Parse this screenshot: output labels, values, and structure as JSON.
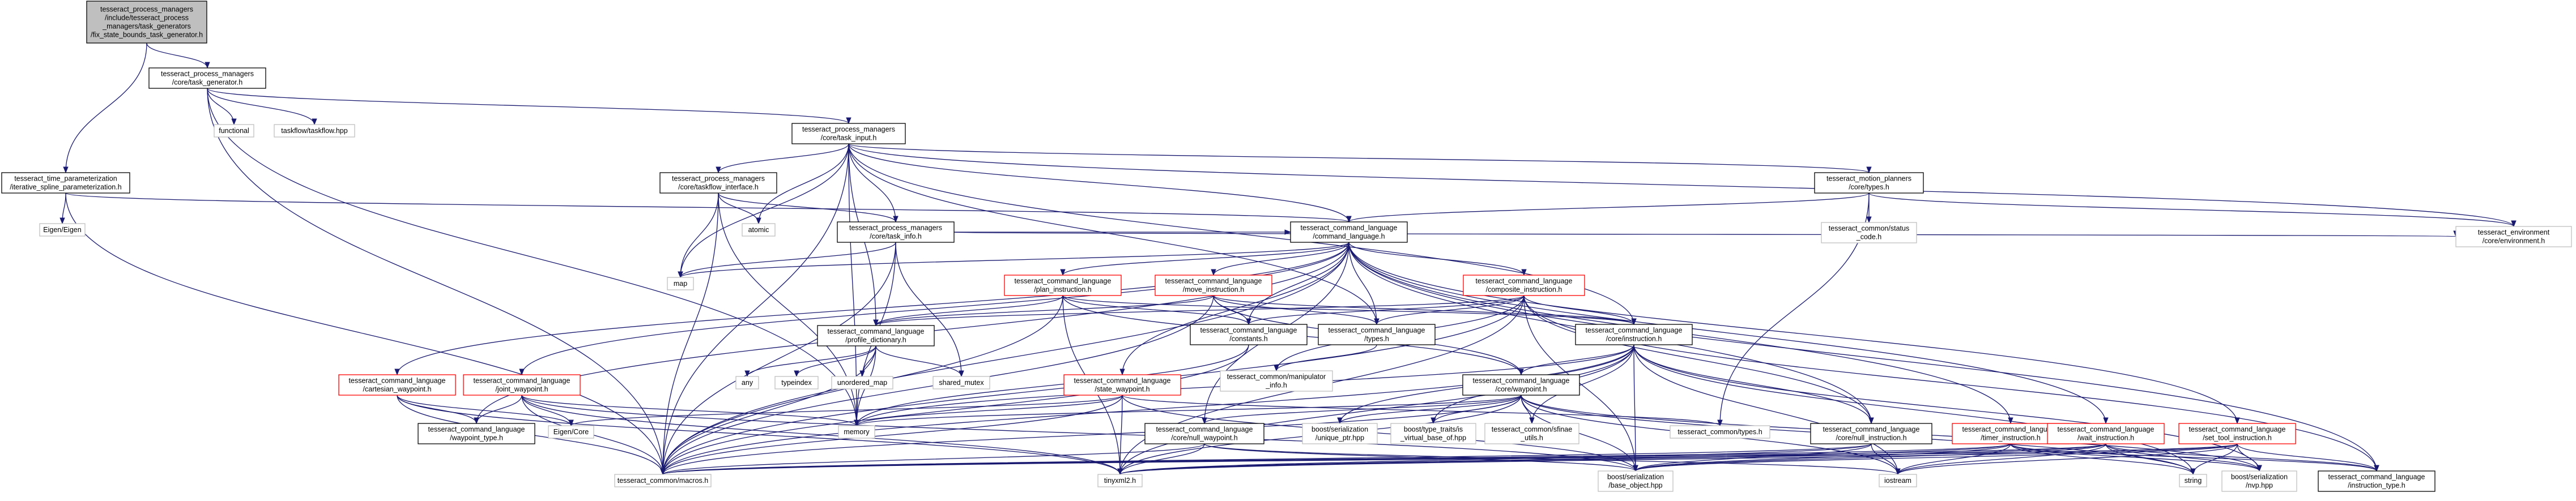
{
  "colors": {
    "root_fill": "#bfbfbf",
    "node_border_documented": "#000000",
    "node_border_partial": "#ff0000",
    "node_border_external": "#bfbfbf",
    "edge": "#191970"
  },
  "nodes": [
    {
      "id": "root",
      "kind": "root",
      "lines": [
        "tesseract_process_managers",
        "/include/tesseract_process",
        "_managers/task_generators",
        "/fix_state_bounds_task_generator.h"
      ]
    },
    {
      "id": "task_generator",
      "kind": "doc",
      "lines": [
        "tesseract_process_managers",
        "/core/task_generator.h"
      ]
    },
    {
      "id": "iterative_spline",
      "kind": "doc",
      "lines": [
        "tesseract_time_parameterization",
        "/iterative_spline_parameterization.h"
      ]
    },
    {
      "id": "functional",
      "kind": "ext",
      "lines": [
        "functional"
      ]
    },
    {
      "id": "taskflow",
      "kind": "ext",
      "lines": [
        "taskflow/taskflow.hpp"
      ]
    },
    {
      "id": "eigen_eigen",
      "kind": "ext",
      "lines": [
        "Eigen/Eigen"
      ]
    },
    {
      "id": "task_input",
      "kind": "doc",
      "lines": [
        "tesseract_process_managers",
        "/core/task_input.h"
      ]
    },
    {
      "id": "taskflow_interface",
      "kind": "doc",
      "lines": [
        "tesseract_process_managers",
        "/core/taskflow_interface.h"
      ]
    },
    {
      "id": "atomic",
      "kind": "ext",
      "lines": [
        "atomic"
      ]
    },
    {
      "id": "task_info",
      "kind": "doc",
      "lines": [
        "tesseract_process_managers",
        "/core/task_info.h"
      ]
    },
    {
      "id": "map",
      "kind": "ext",
      "lines": [
        "map"
      ]
    },
    {
      "id": "motion_types",
      "kind": "doc",
      "lines": [
        "tesseract_motion_planners",
        "/core/types.h"
      ]
    },
    {
      "id": "status_code",
      "kind": "ext",
      "lines": [
        "tesseract_common/status",
        "_code.h"
      ]
    },
    {
      "id": "command_language",
      "kind": "doc",
      "lines": [
        "tesseract_command_language",
        "/command_language.h"
      ]
    },
    {
      "id": "environment",
      "kind": "ext",
      "lines": [
        "tesseract_environment",
        "/core/environment.h"
      ]
    },
    {
      "id": "plan_instruction",
      "kind": "partial",
      "lines": [
        "tesseract_command_language",
        "/plan_instruction.h"
      ]
    },
    {
      "id": "move_instruction",
      "kind": "partial",
      "lines": [
        "tesseract_command_language",
        "/move_instruction.h"
      ]
    },
    {
      "id": "composite_instruction",
      "kind": "partial",
      "lines": [
        "tesseract_command_language",
        "/composite_instruction.h"
      ]
    },
    {
      "id": "profile_dictionary",
      "kind": "doc",
      "lines": [
        "tesseract_command_language",
        "/profile_dictionary.h"
      ]
    },
    {
      "id": "constants",
      "kind": "doc",
      "lines": [
        "tesseract_command_language",
        "/constants.h"
      ]
    },
    {
      "id": "cl_types",
      "kind": "doc",
      "lines": [
        "tesseract_command_language",
        "/types.h"
      ]
    },
    {
      "id": "core_instruction",
      "kind": "doc",
      "lines": [
        "tesseract_command_language",
        "/core/instruction.h"
      ]
    },
    {
      "id": "manipulator_info",
      "kind": "ext",
      "lines": [
        "tesseract_common/manipulator",
        "_info.h"
      ]
    },
    {
      "id": "any",
      "kind": "ext",
      "lines": [
        "any"
      ]
    },
    {
      "id": "typeindex",
      "kind": "ext",
      "lines": [
        "typeindex"
      ]
    },
    {
      "id": "unordered_map",
      "kind": "ext",
      "lines": [
        "unordered_map"
      ]
    },
    {
      "id": "shared_mutex",
      "kind": "ext",
      "lines": [
        "shared_mutex"
      ]
    },
    {
      "id": "cartesian_waypoint",
      "kind": "partial",
      "lines": [
        "tesseract_command_language",
        "/cartesian_waypoint.h"
      ]
    },
    {
      "id": "joint_waypoint",
      "kind": "partial",
      "lines": [
        "tesseract_command_language",
        "/joint_waypoint.h"
      ]
    },
    {
      "id": "state_waypoint",
      "kind": "partial",
      "lines": [
        "tesseract_command_language",
        "/state_waypoint.h"
      ]
    },
    {
      "id": "core_waypoint",
      "kind": "doc",
      "lines": [
        "tesseract_command_language",
        "/core/waypoint.h"
      ]
    },
    {
      "id": "waypoint_type",
      "kind": "doc",
      "lines": [
        "tesseract_command_language",
        "/waypoint_type.h"
      ]
    },
    {
      "id": "eigen_core",
      "kind": "ext",
      "lines": [
        "Eigen/Core"
      ]
    },
    {
      "id": "memory",
      "kind": "ext",
      "lines": [
        "memory"
      ]
    },
    {
      "id": "common_types",
      "kind": "ext",
      "lines": [
        "tesseract_common/types.h"
      ]
    },
    {
      "id": "null_waypoint",
      "kind": "doc",
      "lines": [
        "tesseract_command_language",
        "/core/null_waypoint.h"
      ]
    },
    {
      "id": "unique_ptr",
      "kind": "ext",
      "lines": [
        "boost/serialization",
        "/unique_ptr.hpp"
      ]
    },
    {
      "id": "type_traits",
      "kind": "ext",
      "lines": [
        "boost/type_traits/is",
        "_virtual_base_of.hpp"
      ]
    },
    {
      "id": "sfinae_utils",
      "kind": "ext",
      "lines": [
        "tesseract_common/sfinae",
        "_utils.h"
      ]
    },
    {
      "id": "null_instruction",
      "kind": "doc",
      "lines": [
        "tesseract_command_language",
        "/core/null_instruction.h"
      ]
    },
    {
      "id": "timer_instruction",
      "kind": "partial",
      "lines": [
        "tesseract_command_language",
        "/timer_instruction.h"
      ]
    },
    {
      "id": "wait_instruction",
      "kind": "partial",
      "lines": [
        "tesseract_command_language",
        "/wait_instruction.h"
      ]
    },
    {
      "id": "set_tool_instruction",
      "kind": "partial",
      "lines": [
        "tesseract_command_language",
        "/set_tool_instruction.h"
      ]
    },
    {
      "id": "macros",
      "kind": "ext",
      "lines": [
        "tesseract_common/macros.h"
      ]
    },
    {
      "id": "tinyxml2",
      "kind": "ext",
      "lines": [
        "tinyxml2.h"
      ]
    },
    {
      "id": "base_object",
      "kind": "ext",
      "lines": [
        "boost/serialization",
        "/base_object.hpp"
      ]
    },
    {
      "id": "iostream",
      "kind": "ext",
      "lines": [
        "iostream"
      ]
    },
    {
      "id": "string",
      "kind": "ext",
      "lines": [
        "string"
      ]
    },
    {
      "id": "nvp",
      "kind": "ext",
      "lines": [
        "boost/serialization",
        "/nvp.hpp"
      ]
    },
    {
      "id": "instruction_type",
      "kind": "doc",
      "lines": [
        "tesseract_command_language",
        "/instruction_type.h"
      ]
    }
  ]
}
